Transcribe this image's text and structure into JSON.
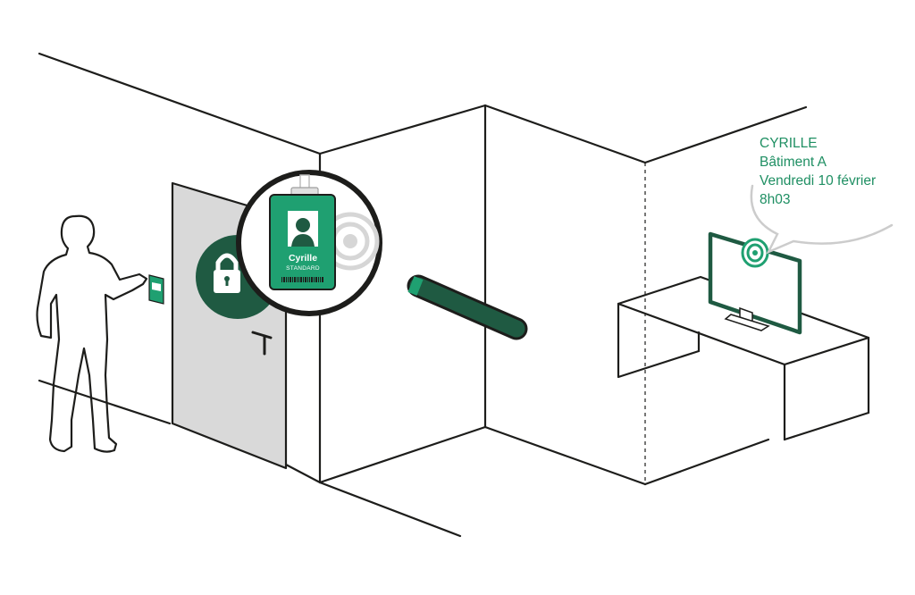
{
  "colors": {
    "accent": "#1fa071",
    "accent_dark": "#1f5a42",
    "door_fill": "#d9d9d9",
    "line": "#1d1d1b",
    "notification_text": "#1f8f63"
  },
  "badge": {
    "name": "Cyrille",
    "role": "STANDARD"
  },
  "notification": {
    "line1": "CYRILLE",
    "line2": "Bâtiment A",
    "line3": "Vendredi 10 février",
    "line4": "8h03"
  },
  "icons": {
    "lock": "padlock-icon",
    "badge_reader": "card-reader-icon",
    "target": "target-icon",
    "magnifier": "magnifying-glass-icon",
    "person": "person-silhouette-icon",
    "monitor": "monitor-icon"
  }
}
